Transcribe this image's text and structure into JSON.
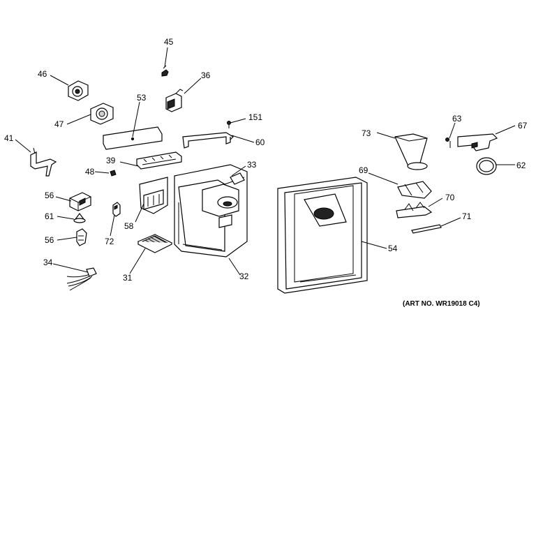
{
  "art_number": "(ART NO. WR19018 C4)",
  "callouts": {
    "c45": "45",
    "c46": "46",
    "c36": "36",
    "c53": "53",
    "c47": "47",
    "c151": "151",
    "c41": "41",
    "c60": "60",
    "c39": "39",
    "c33": "33",
    "c48": "48",
    "c56a": "56",
    "c61": "61",
    "c58": "58",
    "c72": "72",
    "c56b": "56",
    "c34": "34",
    "c31": "31",
    "c32": "32",
    "c73": "73",
    "c63": "63",
    "c67": "67",
    "c62": "62",
    "c69": "69",
    "c70": "70",
    "c71": "71",
    "c54": "54"
  }
}
